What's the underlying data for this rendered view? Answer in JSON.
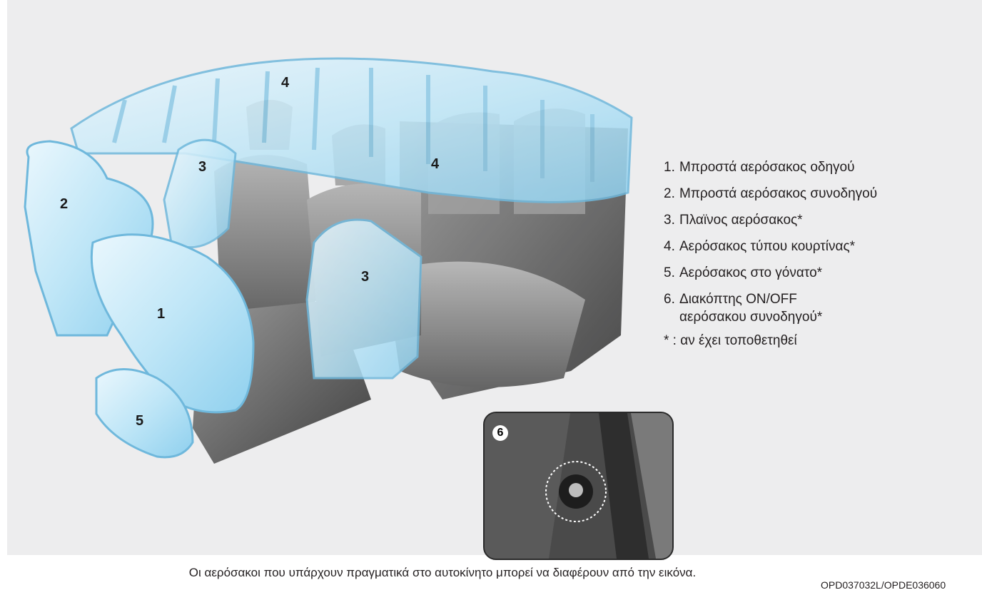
{
  "figure": {
    "callouts": [
      "1",
      "2",
      "3",
      "3",
      "4",
      "4",
      "5"
    ],
    "inset_number": "6"
  },
  "legend": {
    "items": [
      {
        "num": "1.",
        "text": "Μπροστά αερόσακος οδηγού"
      },
      {
        "num": "2.",
        "text": "Μπροστά αερόσακος συνοδηγού"
      },
      {
        "num": "3.",
        "text": "Πλαϊνος αερόσακος*"
      },
      {
        "num": "4.",
        "text": "Αερόσακος τύπου κουρτίνας*"
      },
      {
        "num": "5.",
        "text": "Αερόσακος στο γόνατο*"
      },
      {
        "num": "6.",
        "text": "Διακόπτης ON/OFF αερόσακου συνοδηγού*"
      }
    ],
    "note": "* : αν έχει τοποθετηθεί"
  },
  "caption": "Οι αερόσακοι που υπάρχουν πραγματικά στο αυτοκίνητο μπορεί να διαφέρουν από την εικόνα.",
  "figure_code": "OPD037032L/OPDE036060",
  "colors": {
    "panel_bg": "#ededee",
    "airbag_fill": "#bfe6f7",
    "airbag_stroke": "#6fb8dc",
    "seat_fill": "#8c8c8c",
    "text": "#231f20"
  }
}
